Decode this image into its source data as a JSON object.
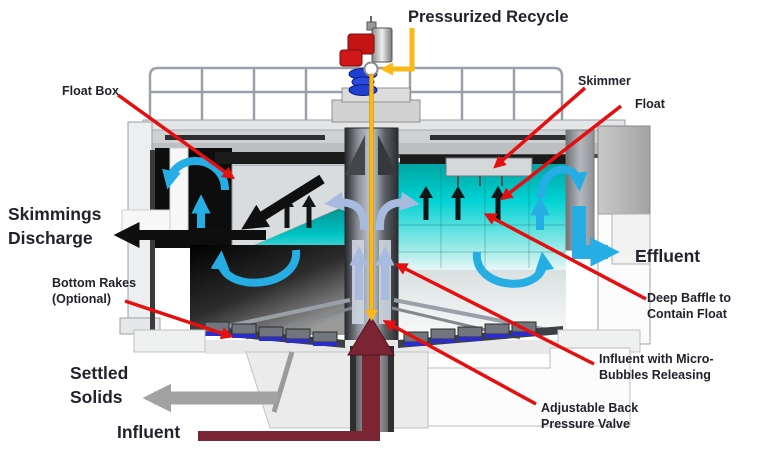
{
  "labels": {
    "pressurized_recycle": "Pressurized Recycle",
    "float_box": "Float Box",
    "skimmer": "Skimmer",
    "float": "Float",
    "skimmings_discharge": {
      "line1": "Skimmings",
      "line2": "Discharge"
    },
    "effluent": "Effluent",
    "bottom_rakes": {
      "line1": "Bottom Rakes",
      "line2": "(Optional)"
    },
    "deep_baffle": {
      "line1": "Deep Baffle to",
      "line2": "Contain Float"
    },
    "influent_micro_bubbles": {
      "line1": "Influent with Micro-",
      "line2": "Bubbles Releasing"
    },
    "adjustable_back_pressure": {
      "line1": "Adjustable Back",
      "line2": "Pressure Valve"
    },
    "settled_solids": {
      "line1": "Settled",
      "line2": "Solids"
    },
    "influent": "Influent"
  },
  "colors": {
    "annotation_red": "#E60F0F",
    "flow_cyan": "#25ADE4",
    "internal_pale_blue": "#A9BADF",
    "water_teal": "#00C9C9",
    "recycle_yellow": "#FDB913",
    "influent_maroon": "#7B2433",
    "solids_gray": "#A2A2A2",
    "arrow_black": "#111111"
  }
}
